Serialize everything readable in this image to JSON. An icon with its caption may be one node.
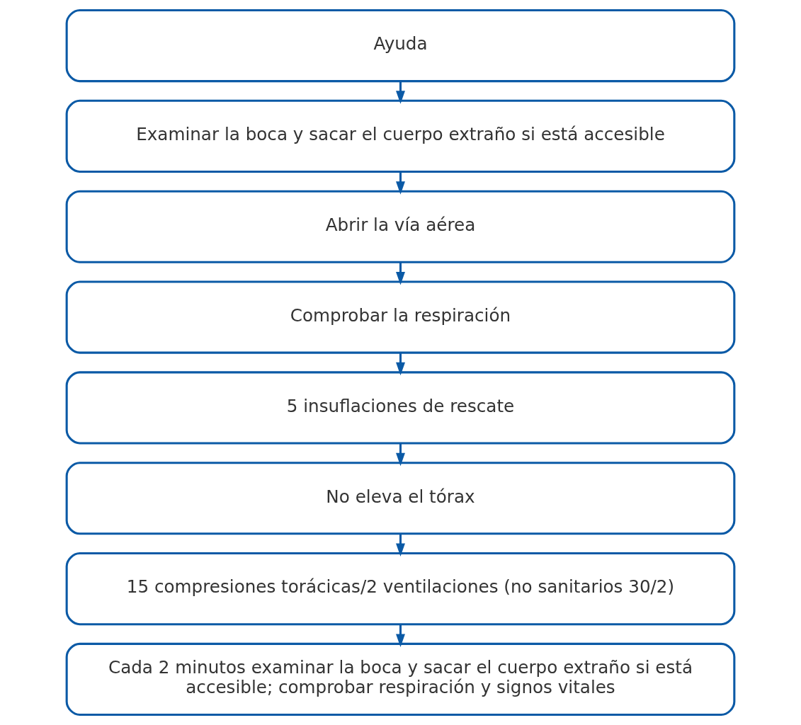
{
  "diagram": {
    "nodes": [
      {
        "text": [
          "Ayuda"
        ]
      },
      {
        "text": [
          "Examinar la boca y sacar el cuerpo extraño si está accesible"
        ]
      },
      {
        "text": [
          "Abrir la vía aérea"
        ]
      },
      {
        "text": [
          "Comprobar la respiración"
        ]
      },
      {
        "text": [
          "5 insuflaciones de rescate"
        ]
      },
      {
        "text": [
          "No eleva el tórax"
        ]
      },
      {
        "text": [
          "15 compresiones torácicas/2 ventilaciones (no sanitarios 30/2)"
        ]
      },
      {
        "text": [
          "Cada 2 minutos examinar la boca y sacar el cuerpo extraño si está accesible; comprobar respiración y signos vitales"
        ]
      }
    ],
    "edges": [
      {
        "from": 0,
        "to": 1,
        "arrow": "to"
      },
      {
        "from": 1,
        "to": 2,
        "arrow": "to"
      },
      {
        "from": 2,
        "to": 3,
        "arrow": "to"
      },
      {
        "from": 3,
        "to": 4,
        "arrow": "to"
      },
      {
        "from": 4,
        "to": 5,
        "arrow": "to"
      },
      {
        "from": 5,
        "to": 6,
        "arrow": "to"
      },
      {
        "from": 6,
        "to": 7,
        "arrow": "to"
      }
    ]
  }
}
